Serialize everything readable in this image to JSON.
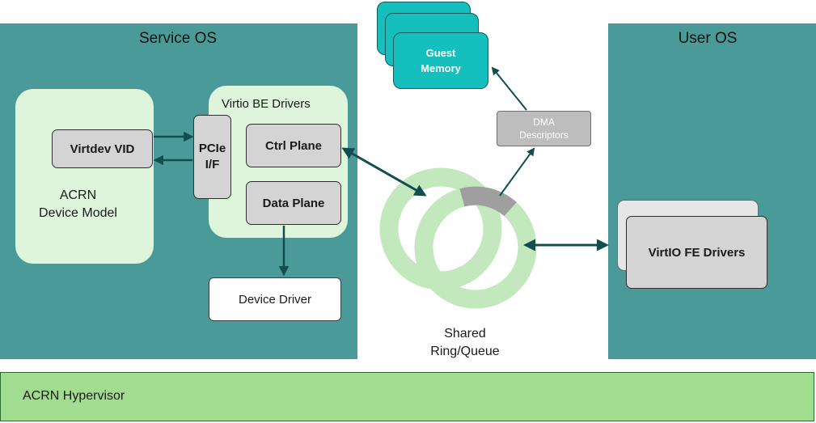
{
  "service_os": {
    "title": "Service OS",
    "device_model": {
      "line1": "ACRN",
      "line2": "Device Model"
    },
    "virtdev": "Virtdev VID",
    "pcie": {
      "line1": "PCIe",
      "line2": "I/F"
    },
    "virtio_be": {
      "title": "Virtio BE Drivers",
      "ctrl_plane": "Ctrl Plane",
      "data_plane": "Data Plane"
    },
    "device_driver": "Device Driver"
  },
  "guest_memory": {
    "line1": "Guest",
    "line2": "Memory"
  },
  "dma_descriptors": {
    "line1": "DMA",
    "line2": "Descriptors"
  },
  "shared_ring": {
    "line1": "Shared",
    "line2": "Ring/Queue"
  },
  "user_os": {
    "title": "User OS",
    "fe_drivers": "VirtIO FE Drivers"
  },
  "hypervisor": {
    "label": "ACRN Hypervisor"
  },
  "colors": {
    "region": "#4a9a9a",
    "pale_green": "#def5dc",
    "grey_box": "#d4d4d4",
    "teal_card": "#15bfbd",
    "ring": "#c3e8bd",
    "ring_segment": "#9f9f9f",
    "hypervisor": "#a2dc90",
    "arrow": "#124e4e"
  }
}
